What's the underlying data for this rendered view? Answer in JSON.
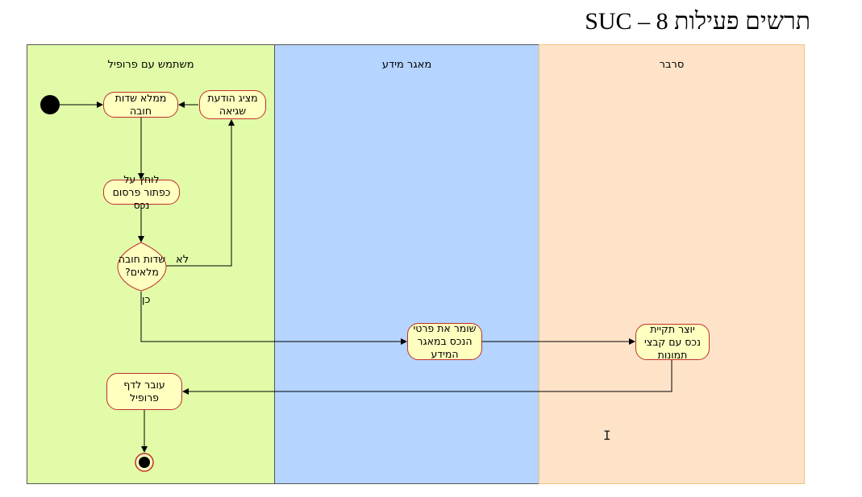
{
  "title": "תרשים פעילות SUC – 8",
  "lanes": {
    "user": "משתמש עם פרופיל",
    "db": "מאגר מידע",
    "server": "סרבר"
  },
  "nodes": {
    "fill_fields": "ממלא שדות חובה",
    "show_error": "מציג הודעת שגיאה",
    "click_publish": "לוחץ על כפתור פרסום נכס",
    "decision": "שדות חובה מלאים?",
    "save_details": "שומר את פרטי הנכס במאגר המידע",
    "create_folder": "יוצר תקיית נכס עם קבצי תמונות",
    "go_profile": "עובר לדף פרופיל"
  },
  "edge_labels": {
    "no": "לא",
    "yes": "כן"
  },
  "colors": {
    "user_lane": "#e1fba8",
    "db_lane": "#b5d4ff",
    "server_lane": "#ffe3c9",
    "node_fill": "#ffffc0",
    "node_border": "#c0302a"
  }
}
